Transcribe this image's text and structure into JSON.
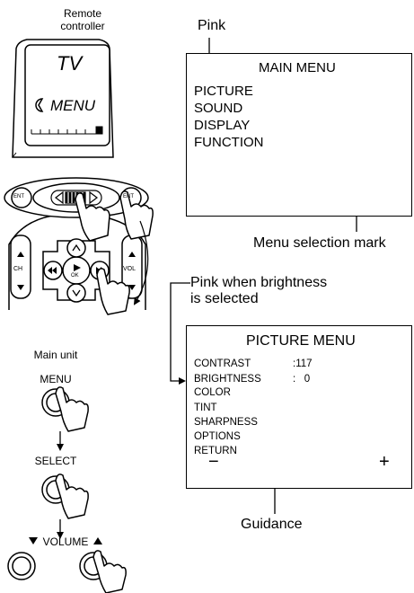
{
  "remote": {
    "caption_line1": "Remote",
    "caption_line2": "controller",
    "lcd_tv": "TV",
    "lcd_menu": "MENU",
    "btn_ent_left": "ENT",
    "btn_ent_right": "ENT",
    "btn_ch": "CH",
    "btn_vol": "VOL",
    "btn_ok": "OK"
  },
  "main_unit": {
    "caption": "Main unit",
    "menu_label": "MENU",
    "select_label": "SELECT",
    "volume_label": "VOLUME"
  },
  "annotations": {
    "pink": "Pink",
    "menu_selection_mark": "Menu selection mark",
    "pink_brightness_line1": "Pink when brightness",
    "pink_brightness_line2": "is selected",
    "guidance": "Guidance"
  },
  "main_menu": {
    "title": "MAIN MENU",
    "items": [
      "PICTURE",
      "SOUND",
      "DISPLAY",
      "FUNCTION"
    ]
  },
  "picture_menu": {
    "title": "PICTURE MENU",
    "items": [
      {
        "label": "CONTRAST",
        "value": ":117"
      },
      {
        "label": "BRIGHTNESS",
        "value": ":   0"
      },
      {
        "label": "COLOR",
        "value": ""
      },
      {
        "label": "TINT",
        "value": ""
      },
      {
        "label": "SHARPNESS",
        "value": ""
      },
      {
        "label": "OPTIONS",
        "value": ""
      },
      {
        "label": "RETURN",
        "value": ""
      }
    ],
    "minus": "−",
    "plus": "+",
    "bar_fill_fraction": 0.5
  }
}
